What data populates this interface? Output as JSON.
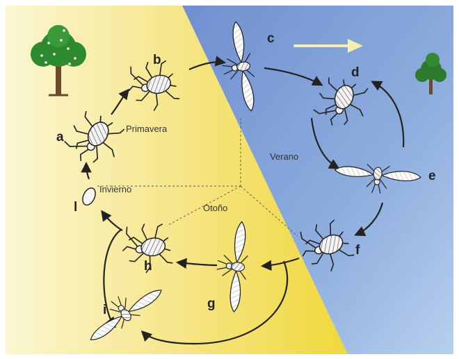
{
  "stage_labels": {
    "a": "a",
    "b": "b",
    "c": "c",
    "d": "d",
    "e": "e",
    "f": "f",
    "g": "g",
    "h": "h",
    "i": "i",
    "l": "l"
  },
  "seasons": {
    "spring": "Primavera",
    "summer": "Verano",
    "autumn": "Otoño",
    "winter": "Invierno"
  },
  "colors": {
    "yellow_region": "#f3df4a",
    "blue_region": "#7f9fd4",
    "arrow": "#222222",
    "migration_arrow": "#f4efb0",
    "tree_foliage": "#2e8a2e",
    "tree_trunk": "#6b4a2a"
  },
  "icons": {
    "host_tree_primary": "fruit-tree-icon",
    "host_tree_secondary": "shrub-icon",
    "migration": "migration-arrow-icon"
  }
}
